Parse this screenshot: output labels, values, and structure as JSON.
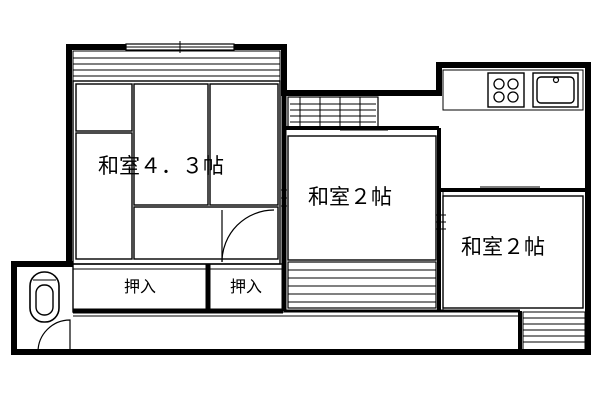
{
  "rooms": {
    "washitsu_main": "和室４．３帖",
    "washitsu_mid": "和室２帖",
    "washitsu_right": "和室２帖"
  },
  "closets": {
    "left": "押入",
    "right": "押入"
  },
  "fixtures": {
    "stove": "gas-stove-icon",
    "sink": "kitchen-sink-icon",
    "toilet": "toilet-icon"
  },
  "colors": {
    "wall": "#000000",
    "background": "#ffffff"
  }
}
